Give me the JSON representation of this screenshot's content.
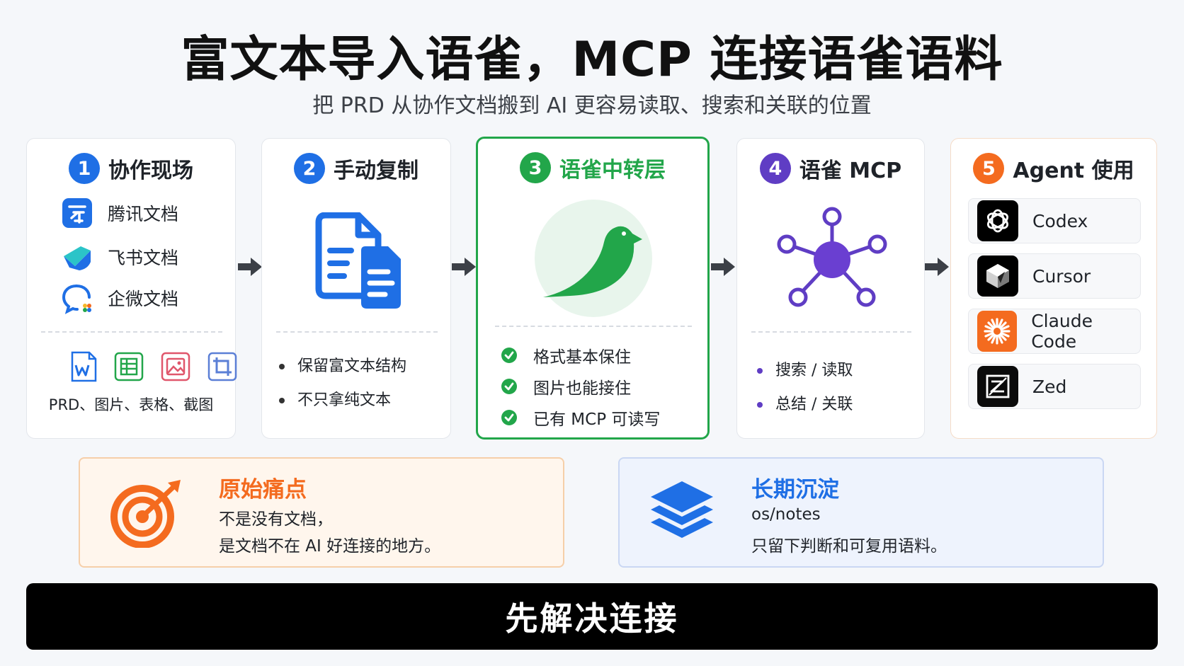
{
  "title": "富文本导入语雀，MCP 连接语雀语料",
  "subtitle": "把 PRD 从协作文档搬到 AI 更容易读取、搜索和关联的位置",
  "colors": {
    "blue": "#1f6fe5",
    "green": "#22a64a",
    "purple": "#5f3dc4",
    "orange": "#f46b1f",
    "dark": "#000000"
  },
  "steps": [
    {
      "number": "1",
      "title": "协作现场",
      "apps": [
        {
          "icon": "tencent-docs-icon",
          "label": "腾讯文档"
        },
        {
          "icon": "feishu-docs-icon",
          "label": "飞书文档"
        },
        {
          "icon": "wecom-docs-icon",
          "label": "企微文档"
        }
      ],
      "file_icons": [
        "word-file-icon",
        "sheet-file-icon",
        "image-file-icon",
        "crop-icon"
      ],
      "caption": "PRD、图片、表格、截图"
    },
    {
      "number": "2",
      "title": "手动复制",
      "icon": "copy-document-icon",
      "bullets": [
        "保留富文本结构",
        "不只拿纯文本"
      ]
    },
    {
      "number": "3",
      "title": "语雀中转层",
      "icon": "yuque-bird-icon",
      "checks": [
        "格式基本保住",
        "图片也能接住",
        "已有 MCP 可读写"
      ]
    },
    {
      "number": "4",
      "title": "语雀 MCP",
      "icon": "network-hub-icon",
      "bullets": [
        "搜索 / 读取",
        "总结 / 关联"
      ]
    },
    {
      "number": "5",
      "title": "Agent 使用",
      "agents": [
        {
          "icon": "openai-icon",
          "label": "Codex"
        },
        {
          "icon": "cursor-icon",
          "label": "Cursor"
        },
        {
          "icon": "claude-icon",
          "label": "Claude Code"
        },
        {
          "icon": "zed-icon",
          "label": "Zed"
        }
      ]
    }
  ],
  "pain_point": {
    "icon": "target-icon",
    "title": "原始痛点",
    "lines": [
      "不是没有文档，",
      "是文档不在 AI 好连接的地方。"
    ]
  },
  "long_term": {
    "icon": "layers-icon",
    "title": "长期沉淀",
    "lines": [
      "os/notes",
      "只留下判断和可复用语料。"
    ]
  },
  "conclusion": "先解决连接"
}
